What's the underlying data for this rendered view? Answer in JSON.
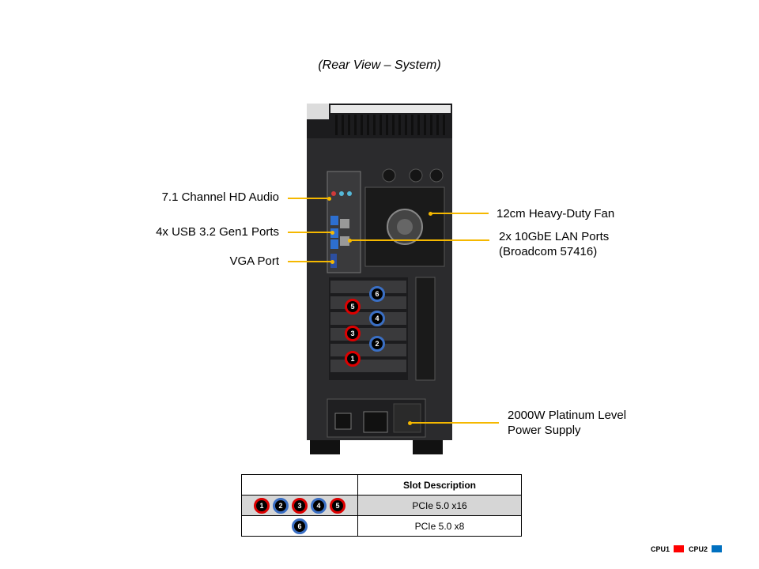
{
  "title": "(Rear View – System)",
  "labels": {
    "audio": "7.1 Channel HD Audio",
    "usb": "4x USB 3.2 Gen1 Ports",
    "vga": "VGA Port",
    "fan": "12cm Heavy-Duty  Fan",
    "lan_line1": "2x 10GbE LAN Ports",
    "lan_line2": "(Broadcom 57416)",
    "psu_line1": "2000W Platinum Level",
    "psu_line2": "Power Supply"
  },
  "slots": [
    {
      "num": "6",
      "cpu": "CPU2"
    },
    {
      "num": "5",
      "cpu": "CPU1"
    },
    {
      "num": "4",
      "cpu": "CPU2"
    },
    {
      "num": "3",
      "cpu": "CPU1"
    },
    {
      "num": "2",
      "cpu": "CPU2"
    },
    {
      "num": "1",
      "cpu": "CPU1"
    }
  ],
  "table": {
    "header": "Slot Description",
    "rows": [
      {
        "slots": [
          "1",
          "2",
          "3",
          "4",
          "5"
        ],
        "description": "PCIe 5.0 x16"
      },
      {
        "slots": [
          "6"
        ],
        "description": "PCIe 5.0 x8"
      }
    ]
  },
  "legend": {
    "cpu1": {
      "label": "CPU1",
      "color": "#ff0000"
    },
    "cpu2": {
      "label": "CPU2",
      "color": "#0070c0"
    }
  },
  "colors": {
    "leader": "#f5b800",
    "chassis": "#2b2b2d"
  }
}
